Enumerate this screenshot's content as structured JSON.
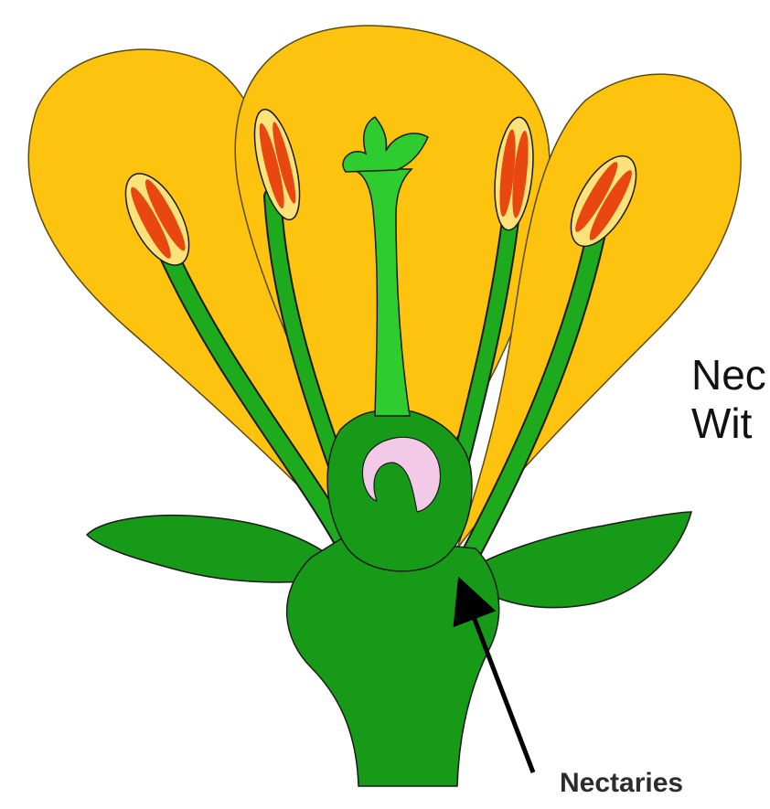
{
  "labels": {
    "nectaries": "Nectaries"
  },
  "cut_off_text": {
    "line1": "Nec",
    "line2": "Wit"
  },
  "colors": {
    "petal": "#FDC30F",
    "stem_green": "#179A17",
    "style_green": "#2ECC2E",
    "filament_green": "#1DAA1D",
    "anther_yellow": "#FBE37A",
    "pollen_red": "#E8470F",
    "ovule_pink": "#F2C9E6",
    "outline": "#1a1a1a",
    "arrow": "#000000"
  }
}
